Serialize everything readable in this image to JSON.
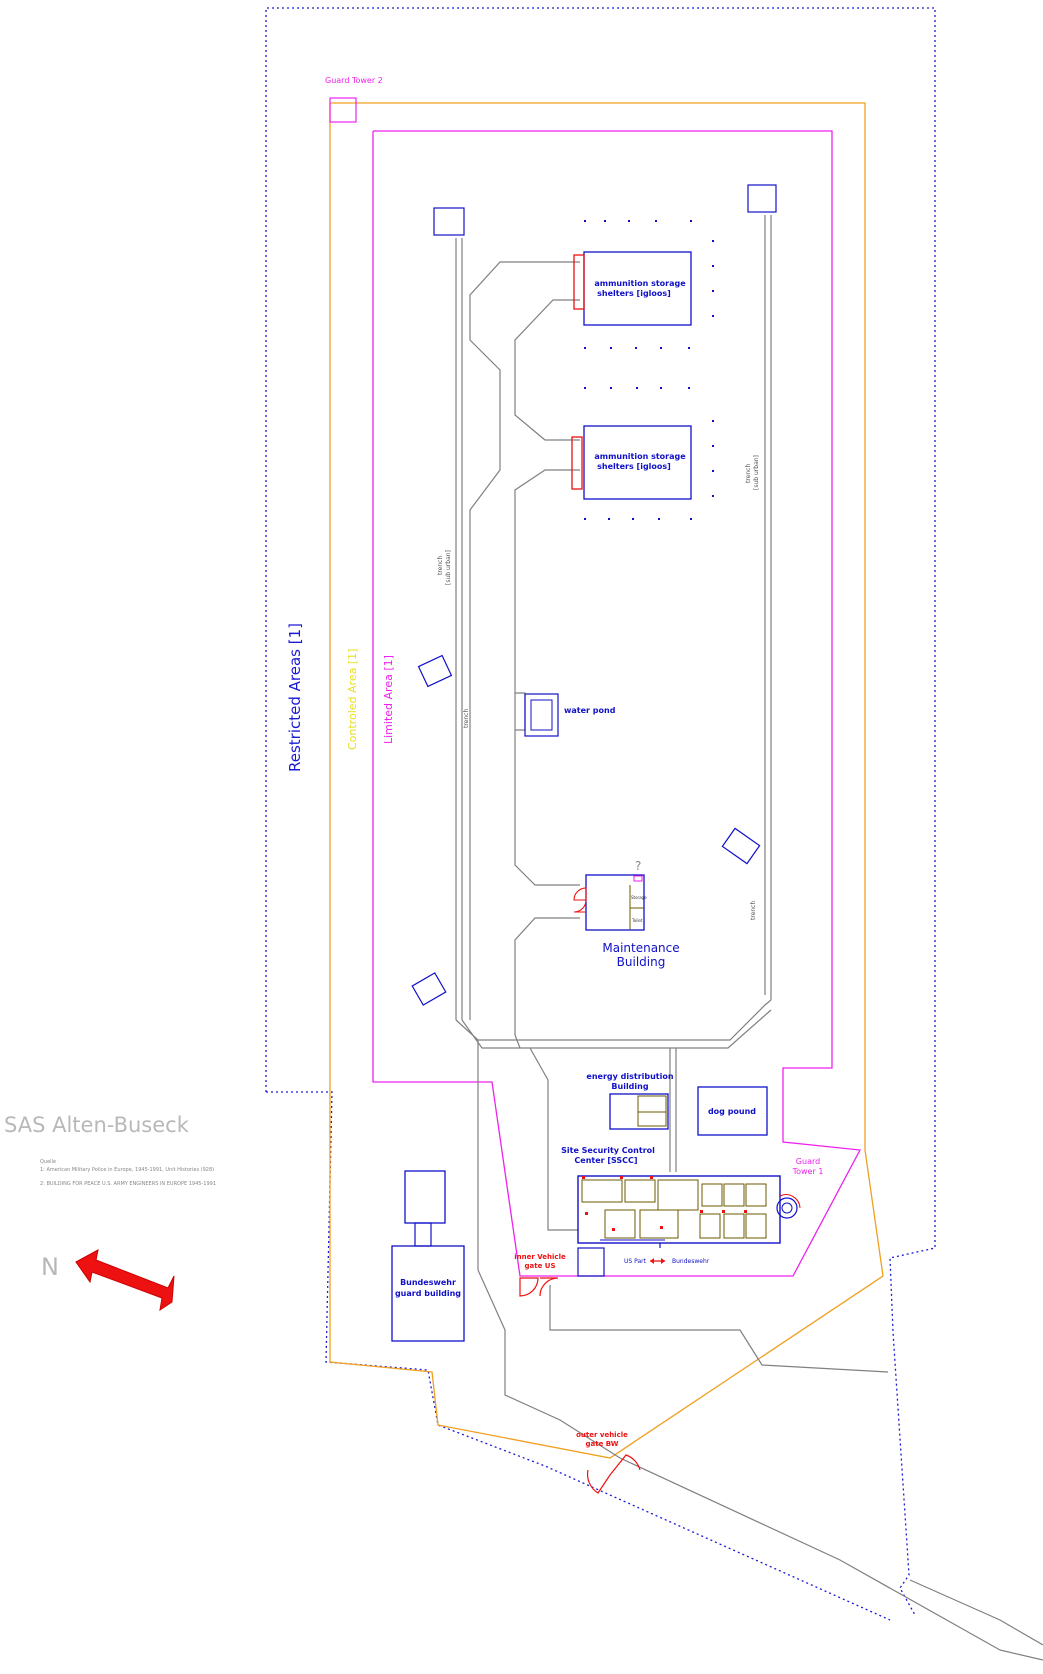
{
  "title": "SAS Alten-Buseck",
  "sources": {
    "heading": "Quelle",
    "line1": "1: American Military Police in Europe, 1945-1991, Unit Histories (928)",
    "line2": "2: BUILDING FOR PEACE U.S. ARMY ENGINEERS IN EUROPE 1945-1991"
  },
  "north_label": "N",
  "zones": {
    "restricted": "Restricted Areas [1]",
    "controlled": "Controled Area [1]",
    "limited": "Limited Area [1]"
  },
  "labels": {
    "guard_tower_2": "Guard Tower 2",
    "guard_tower_1_l1": "Guard",
    "guard_tower_1_l2": "Tower 1",
    "igloo_a_l1": "ammunition storage",
    "igloo_a_l2": "shelters [igloos]",
    "igloo_b_l1": "ammunition storage",
    "igloo_b_l2": "shelters [igloos]",
    "water_pond": "water pond",
    "maintenance_l1": "Maintenance",
    "maintenance_l2": "Building",
    "question": "?",
    "energy_l1": "energy distribution",
    "energy_l2": "Building",
    "dog_pound": "dog pound",
    "sscc_l1": "Site Security Control",
    "sscc_l2": "Center [SSCC]",
    "bundeswehr_l1": "Bundeswehr",
    "bundeswehr_l2": "guard building",
    "inner_gate_l1": "inner Vehicle",
    "inner_gate_l2": "gate US",
    "outer_gate_l1": "outer vehicle",
    "outer_gate_l2": "gate BW",
    "us_part": "US Part",
    "bundeswehr_part": "Bundeswehr",
    "trench_left_l1": "trench",
    "trench_left_l2": "[sub urban]",
    "trench_right_l1": "trench",
    "trench_right_l2": "[sub urban]",
    "trench_mid": "trench",
    "trench_right_low": "trench",
    "room_storage": "Storage",
    "room_toilet": "Toilet"
  },
  "colors": {
    "restricted": "#1a1ad6",
    "controlled": "#f0a020",
    "limited": "#ee22ee",
    "building": "#1010c8",
    "road": "#808080",
    "gate": "#ee1111",
    "arrow": "#ee1111",
    "guard_tower_label": "#ee22ee",
    "yellow_text": "#e8e020"
  },
  "icons": {
    "north_arrow": "red-arrow-icon"
  }
}
